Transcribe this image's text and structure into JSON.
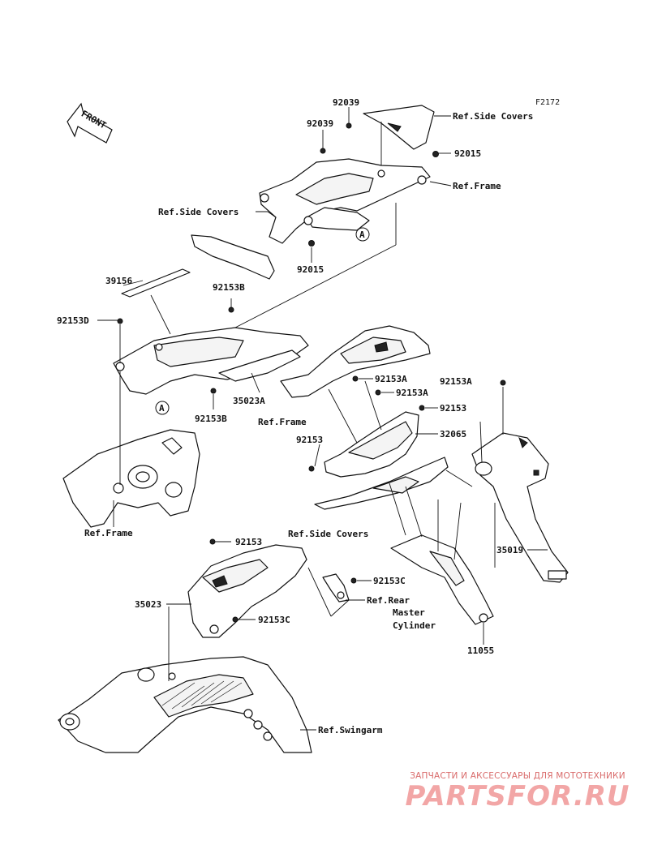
{
  "figure_code": "F2172",
  "front_label": "FRONT",
  "callouts": {
    "p92039_top": "92039",
    "p92039_mid": "92039",
    "ref_side_covers_top": "Ref.Side Covers",
    "p92015_right": "92015",
    "ref_frame_top": "Ref.Frame",
    "ref_side_covers_left": "Ref.Side Covers",
    "marker_a1": "A",
    "p92015_low": "92015",
    "p39156": "39156",
    "p92153B_top": "92153B",
    "p92153D": "92153D",
    "marker_a2": "A",
    "p35023A": "35023A",
    "p92153B_low": "92153B",
    "ref_frame_mid": "Ref.Frame",
    "p92153A_1": "92153A",
    "p92153A_2": "92153A",
    "p92153A_3": "92153A",
    "p92153_r": "92153",
    "p32065": "32065",
    "p92153_l": "92153",
    "ref_frame_left": "Ref.Frame",
    "ref_side_covers_mid": "Ref.Side Covers",
    "p35019": "35019",
    "p92153_bot": "92153",
    "p92153C_1": "92153C",
    "ref_rear_1": "Ref.Rear",
    "ref_rear_2": "Master",
    "ref_rear_3": "Cylinder",
    "p35023": "35023",
    "p92153C_2": "92153C",
    "p11055": "11055",
    "ref_swingarm": "Ref.Swingarm"
  },
  "watermark": {
    "line1": "ЗАПЧАСТИ И АКСЕССУАРЫ ДЛЯ МОТОТЕХНИКИ",
    "line2": "PARTSFOR.RU",
    "color_small": "#d96a6a",
    "color_big": "#f2a6a6"
  }
}
